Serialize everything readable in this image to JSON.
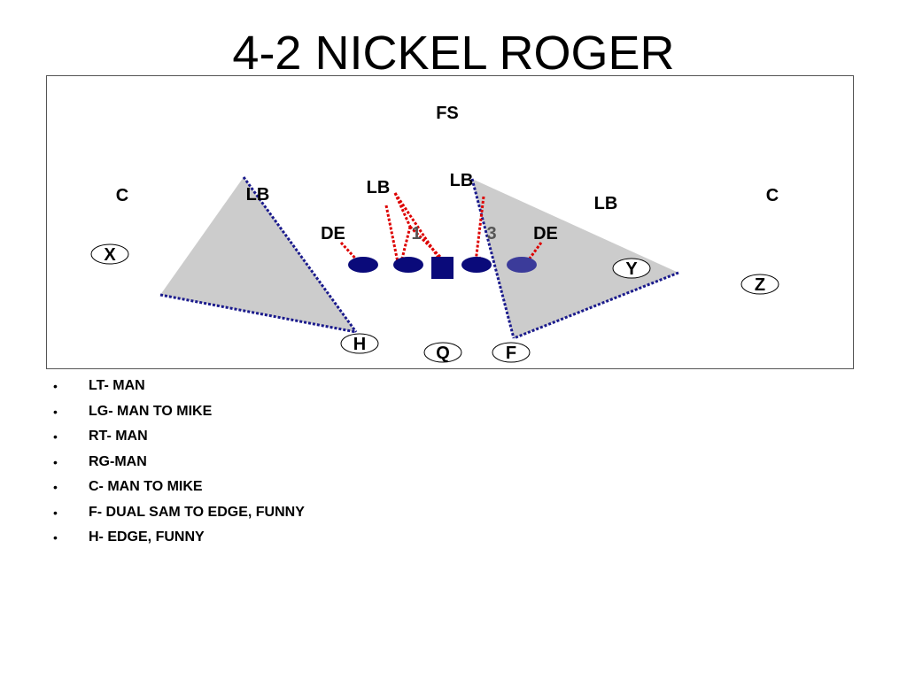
{
  "title": "4-2 NICKEL ROGER",
  "diagram": {
    "labels": {
      "fs": "FS",
      "c_left": "C",
      "c_right": "C",
      "lb_left": "LB",
      "lb_inside_left": "LB",
      "lb_inside_right": "LB",
      "lb_right": "LB",
      "de_left": "DE",
      "de_right": "DE",
      "tech_1": "1",
      "tech_3": "3"
    },
    "players": {
      "x": "X",
      "y": "Y",
      "z": "Z",
      "h": "H",
      "q": "Q",
      "f": "F"
    },
    "colors": {
      "lineman": "#0a0a7a",
      "right_end": "#3b3b9a",
      "zone_fill": "#cccccc",
      "coverage_line": "#1a1a8c",
      "assignment_line": "#dd0000"
    }
  },
  "notes": [
    "LT- MAN",
    "LG- MAN TO MIKE",
    "RT- MAN",
    "RG-MAN",
    "C- MAN TO MIKE",
    "F- DUAL SAM TO EDGE, FUNNY",
    "H- EDGE, FUNNY"
  ]
}
